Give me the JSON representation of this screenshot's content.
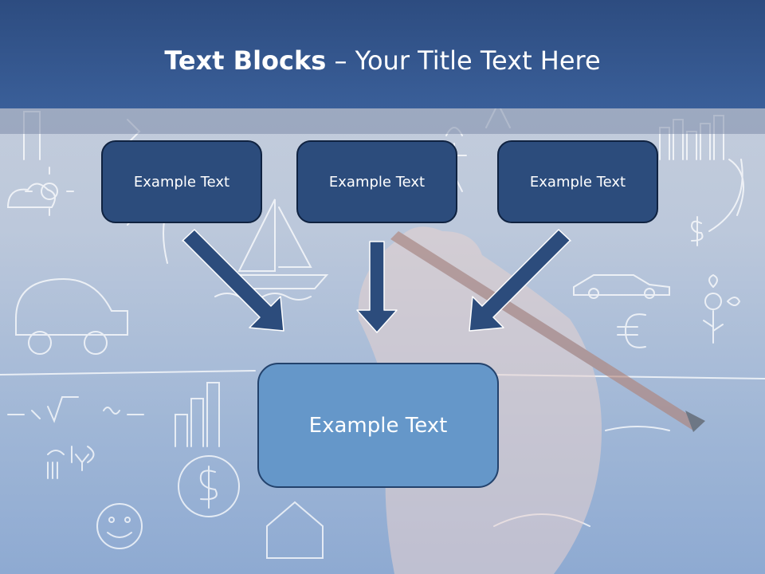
{
  "slide": {
    "title_bold": "Text Blocks",
    "title_separator": " – ",
    "title_rest": "Your Title Text Here",
    "blocks": [
      {
        "label": "Example Text"
      },
      {
        "label": "Example Text"
      },
      {
        "label": "Example Text"
      }
    ],
    "target_block": {
      "label": "Example Text"
    }
  },
  "colors": {
    "header": "#2d4c80",
    "small_block_fill": "#2c4c7c",
    "small_block_border": "#0f2240",
    "big_block_fill": "#6597c9",
    "arrow_fill": "#2c4c7c"
  }
}
